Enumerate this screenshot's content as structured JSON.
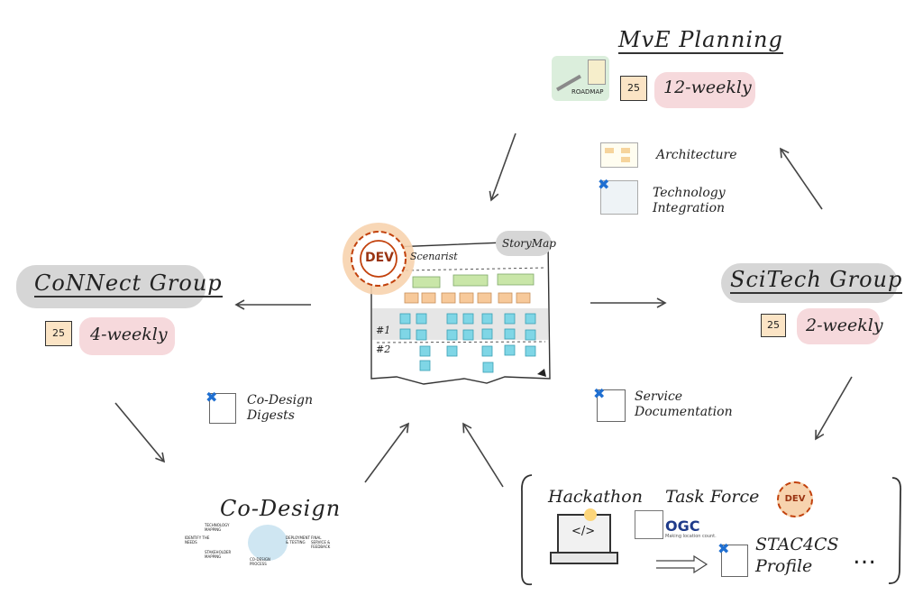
{
  "center": {
    "dev_label": "DEV",
    "board_title": "StoryMap",
    "board_header": "Scenarist",
    "row_labels": [
      "#1",
      "#2"
    ]
  },
  "connect_group": {
    "title": "CoNNect Group",
    "calendar_day": "25",
    "cadence": "4-weekly"
  },
  "scitech_group": {
    "title": "SciTech Group",
    "calendar_day": "25",
    "cadence": "2-weekly"
  },
  "mve_planning": {
    "title": "MvE Planning",
    "roadmap_label": "ROADMAP",
    "calendar_day": "25",
    "cadence": "12-weekly"
  },
  "artifacts": {
    "architecture": "Architecture",
    "technology_integration": [
      "Technology",
      "Integration"
    ],
    "service_documentation": [
      "Service",
      "Documentation"
    ],
    "codesign_digests": [
      "Co-Design",
      "Digests"
    ]
  },
  "codesign": {
    "title": "Co-Design",
    "steps": [
      "IDENTIFY THE NEEDS",
      "TECHNOLOGY MAPPING",
      "STAKEHOLDER MAPPING",
      "CO-DESIGN PROCESS",
      "DEPLOYMENT & TESTING",
      "FINAL SERVICE & FEEDBACK"
    ]
  },
  "bottom_group": {
    "hackathon": "Hackathon",
    "task_force": "Task Force",
    "task_force_dev": "DEV",
    "ogc_logo": "OGC",
    "ogc_tagline": "Making location count.",
    "stac_profile": [
      "STAC4CS",
      "Profile"
    ],
    "ellipsis": "…"
  },
  "colors": {
    "pink_highlight": "#f6d9dc",
    "gray_highlight": "#d6d6d6",
    "dev_orange": "#f5c28a",
    "sticky_green": "#c9e6a8",
    "sticky_orange": "#f7c99a",
    "sticky_cyan": "#7fd6e6",
    "ink": "#333333"
  }
}
